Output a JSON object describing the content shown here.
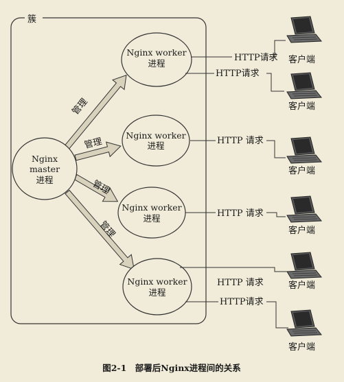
{
  "cluster_label": "簇",
  "master": {
    "line1": "Nginx",
    "line2": "master",
    "line3": "进程"
  },
  "workers": [
    {
      "line1": "Nginx worker",
      "line2": "进程"
    },
    {
      "line1": "Nginx worker",
      "line2": "进程"
    },
    {
      "line1": "Nginx worker",
      "line2": "进程"
    },
    {
      "line1": "Nginx worker",
      "line2": "进程"
    }
  ],
  "manage_labels": [
    "管理",
    "管理",
    "管理",
    "管理"
  ],
  "requests": [
    "HTTP请求",
    "HTTP请求",
    "HTTP 请求",
    "HTTP 请求",
    "HTTP 请求",
    "HTTP请求"
  ],
  "clients": [
    "客户端",
    "客户端",
    "客户端",
    "客户端",
    "客户端",
    "客户端"
  ],
  "caption": "图2-1　部署后Nginx进程间的关系",
  "colors": {
    "background": "#f1ecd9",
    "arrow_fill": "#d8d1bc",
    "stroke": "#333333"
  }
}
